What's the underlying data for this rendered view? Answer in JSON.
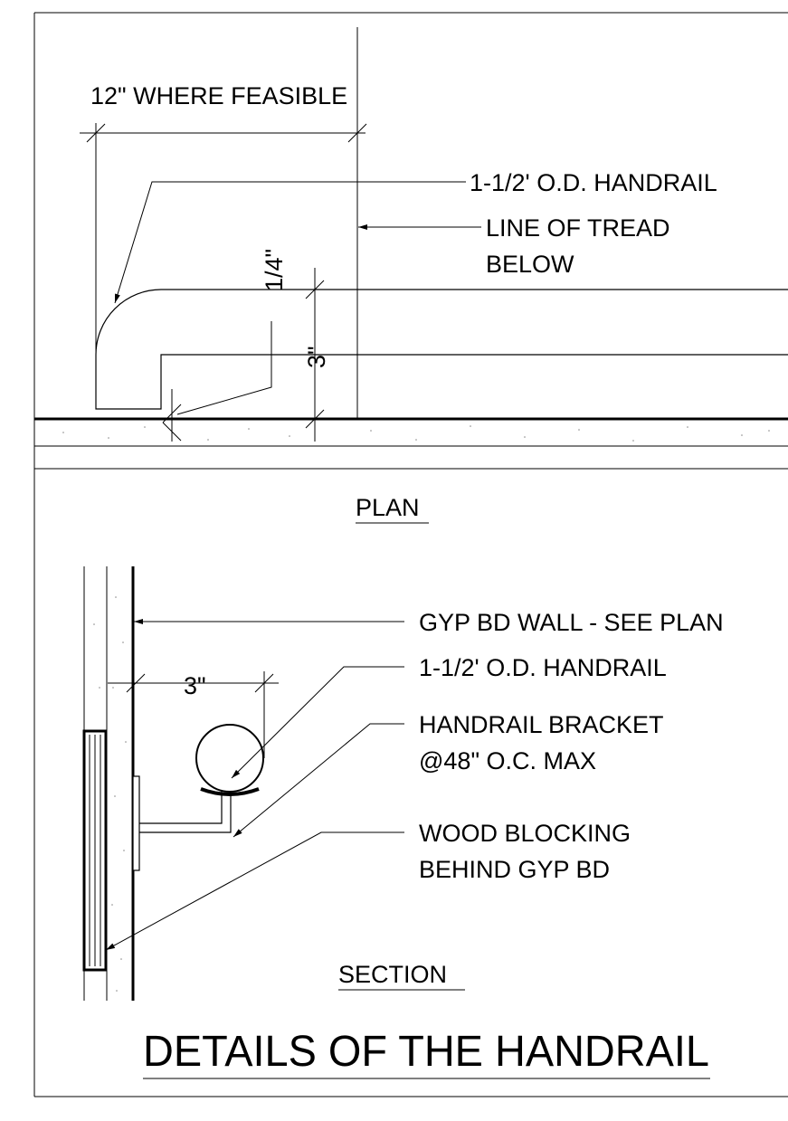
{
  "plan": {
    "dim_top": "12\" WHERE FEASIBLE",
    "dim_quarter": "1/4\"",
    "dim_three": "3\"",
    "callout_handrail": "1-1/2' O.D. HANDRAIL",
    "callout_tread_1": "LINE OF TREAD",
    "callout_tread_2": "BELOW",
    "caption": "PLAN"
  },
  "section": {
    "callout_wall": "GYP BD WALL - SEE PLAN",
    "callout_handrail": "1-1/2' O.D. HANDRAIL",
    "callout_bracket_1": "HANDRAIL BRACKET",
    "callout_bracket_2": "@48\" O.C. MAX",
    "callout_blocking_1": "WOOD BLOCKING",
    "callout_blocking_2": "BEHIND GYP BD",
    "dim_three": "3\"",
    "caption": "SECTION"
  },
  "title": "DETAILS OF THE HANDRAIL"
}
